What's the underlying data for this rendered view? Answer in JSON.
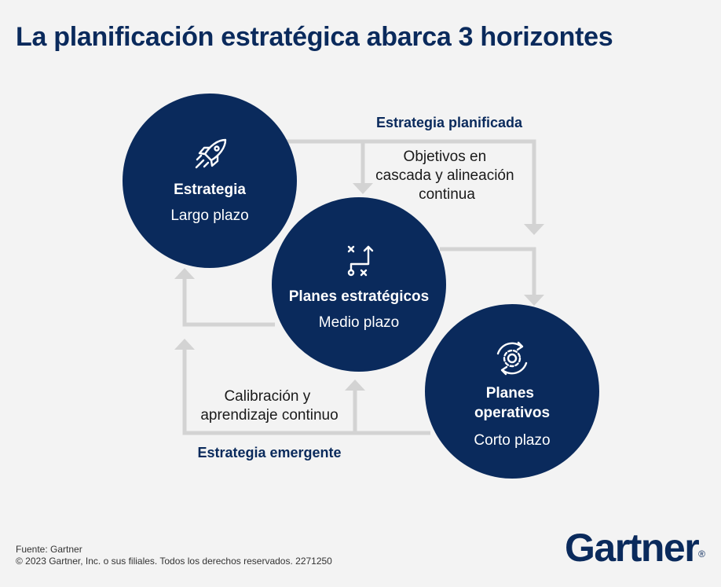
{
  "title": "La planificación estratégica abarca 3 horizontes",
  "labels": {
    "planned": "Estrategia planificada",
    "emergent": "Estrategia emergente",
    "cascade": [
      "Objetivos en",
      "cascada y alineación",
      "continua"
    ],
    "calibration": [
      "Calibración y",
      "aprendizaje continuo"
    ]
  },
  "circles": {
    "strategy": {
      "icon": "rocket-icon",
      "title": "Estrategia",
      "subtitle": "Largo plazo"
    },
    "strategic_plans": {
      "icon": "strategy-play-icon",
      "title": "Planes estratégicos",
      "subtitle": "Medio plazo"
    },
    "operational_plans": {
      "icon": "gear-cycle-icon",
      "title": [
        "Planes",
        "operativos"
      ],
      "subtitle": "Corto plazo"
    }
  },
  "footer": {
    "source": "Fuente: Gartner",
    "copyright": "© 2023 Gartner, Inc. o sus filiales. Todos los derechos reservados. 2271250"
  },
  "logo": {
    "text": "Gartner",
    "mark": "®"
  },
  "colors": {
    "navy": "#0a2a5c",
    "arrow": "#d3d3d3",
    "background": "#f3f3f3"
  }
}
